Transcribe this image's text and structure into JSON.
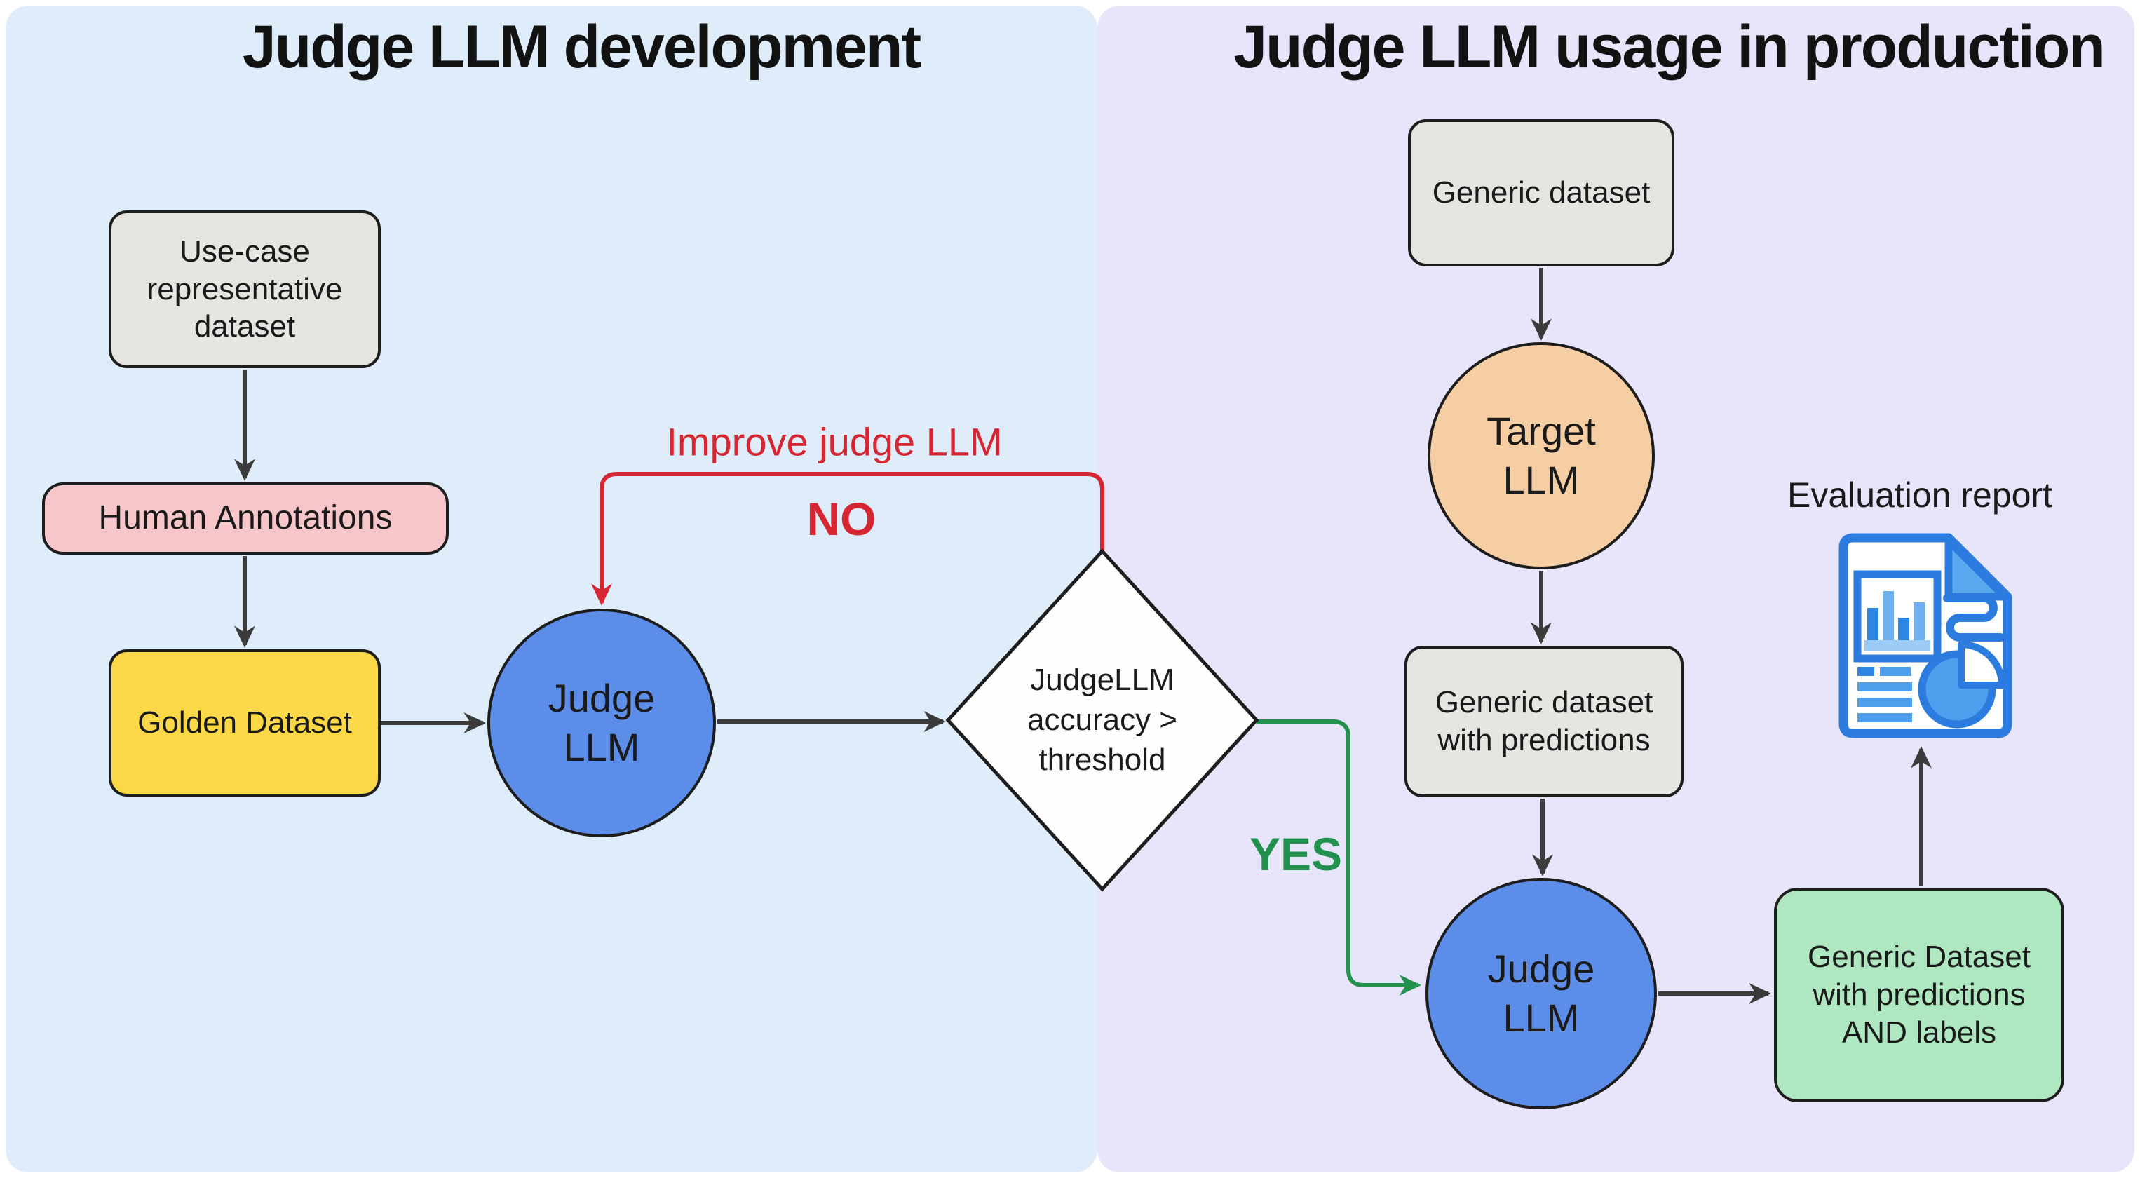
{
  "colors": {
    "background": "#FFFFFF",
    "left_panel_bg": "#DFEDFB",
    "right_panel_bg": "#E8E4F9",
    "node_border": "#1D1D1D",
    "gray_node_fill": "#E6E5E2",
    "pink_node_fill": "#F7C6CB",
    "yellow_node_fill": "#FBD848",
    "blue_node_fill": "#5C8EE9",
    "orange_node_fill": "#F5CFA3",
    "green_node_fill": "#AEE7C0",
    "decision_diamond_fill": "#FEFEFE",
    "arrow_color": "#3B3B3B",
    "no_branch_red": "#D62631",
    "yes_branch_green": "#23914E",
    "report_icon_blue_dark": "#2B7CDE",
    "report_icon_blue_mid": "#4D9EEC",
    "report_icon_blue_light": "#9CCBF5"
  },
  "left_panel": {
    "title": "Judge LLM development",
    "nodes": {
      "use_case_dataset": "Use-case\nrepresentative\ndataset",
      "human_annotations": "Human Annotations",
      "golden_dataset": "Golden Dataset",
      "judge_llm": "Judge\nLLM",
      "decision": "JudgeLLM\naccuracy >\nthreshold"
    },
    "edge_labels": {
      "improve": "Improve judge LLM",
      "no": "NO"
    }
  },
  "right_panel": {
    "title": "Judge LLM usage in production",
    "nodes": {
      "generic_dataset": "Generic dataset",
      "target_llm": "Target\nLLM",
      "generic_dataset_with_predictions": "Generic dataset\nwith predictions",
      "judge_llm": "Judge\nLLM",
      "generic_dataset_with_predictions_and_labels": "Generic Dataset\nwith predictions\nAND labels",
      "evaluation_report_label": "Evaluation report"
    },
    "edge_labels": {
      "yes": "YES"
    }
  }
}
